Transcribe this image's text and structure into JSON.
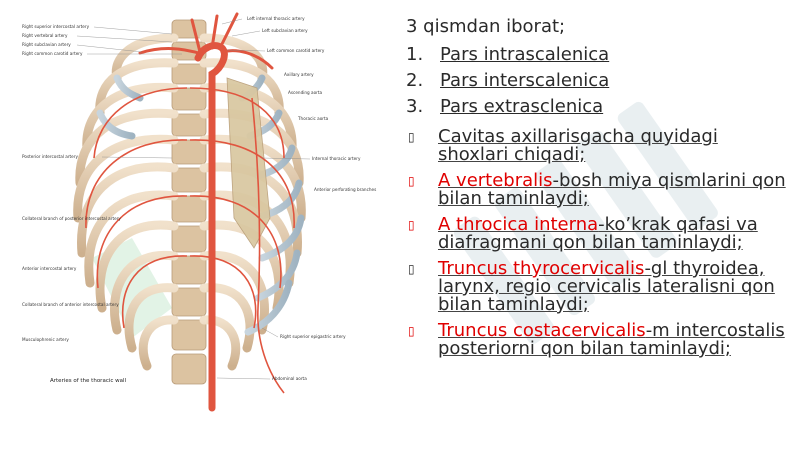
{
  "figure": {
    "caption": "Arteries of the thoracic wall",
    "labels": {
      "l1": "Right superior intercostal artery",
      "l2": "Right vertebral artery",
      "l3": "Right subclavian artery",
      "l4": "Right common carotid artery",
      "l5": "Posterior intercostal artery",
      "l6": "Collateral branch of posterior intercostal artery",
      "l7": "Anterior intercostal artery",
      "l8": "Collateral branch of anterior intercostal artery",
      "l9": "Musculophrenic artery",
      "r1": "Left internal thoracic artery",
      "r2": "Left subclavian artery",
      "r3": "Left common carotid artery",
      "r4": "Axillary artery",
      "r5": "Ascending aorta",
      "r6": "Thoracic aorta",
      "r7": "Internal thoracic artery",
      "r8": "Anterior perforating branches",
      "r9": "Right superior epigastric artery",
      "r10": "Abdominal aorta"
    }
  },
  "content": {
    "intro": "3 qismdan iborat;",
    "numbered": [
      {
        "num": "1.",
        "text": "Pars intrascalenica"
      },
      {
        "num": "2.",
        "text": "Pars interscalenica"
      },
      {
        "num": "3.",
        "text": "Pars extrasclenica"
      }
    ],
    "bullets": [
      {
        "red": "",
        "rest": "Cavitas axillarisgacha quyidagi shoxlari chiqadi;"
      },
      {
        "red": "A vertebralis",
        "rest": "-bosh miya qismlarini qon bilan taminlaydi;"
      },
      {
        "red": "A throcica interna",
        "rest": "-ko’krak qafasi va diafragmani qon bilan taminlaydi;"
      },
      {
        "red": " Truncus thyrocervicalis",
        "rest": "-gl thyroidea, larynx, regio cervicalis lateralisni qon bilan taminlaydi;"
      },
      {
        "red": "Truncus costacervicalis",
        "rest": "-m intercostalis posteriorni qon bilan taminlaydi;"
      }
    ],
    "bullet_glyph_dark": "▯",
    "bullet_glyph_red": "▯"
  },
  "colors": {
    "text": "#2a2a2a",
    "accent_red": "#e00000",
    "rib": "#e8d3b8",
    "rib_shadow": "#c9ad8c",
    "cartilage": "#b9c8d2",
    "artery": "#e0553f"
  }
}
